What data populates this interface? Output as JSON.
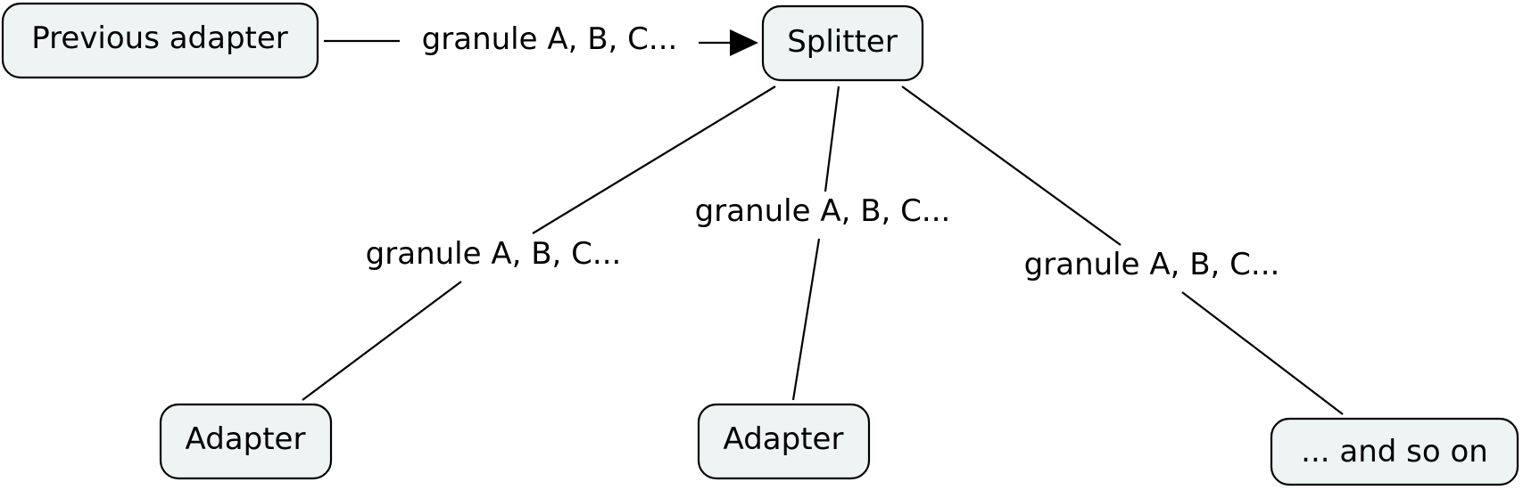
{
  "nodes": {
    "previous_adapter": "Previous adapter",
    "splitter": "Splitter",
    "adapter_left": "Adapter",
    "adapter_middle": "Adapter",
    "and_so_on": "... and so on"
  },
  "edges": {
    "previous_to_splitter": "granule A, B, C...",
    "splitter_to_left": "granule A, B, C...",
    "splitter_to_middle": "granule A, B, C...",
    "splitter_to_right": "granule A, B, C..."
  },
  "colors": {
    "node_fill": "#eef3f4",
    "stroke": "#000000",
    "text": "#000000"
  }
}
